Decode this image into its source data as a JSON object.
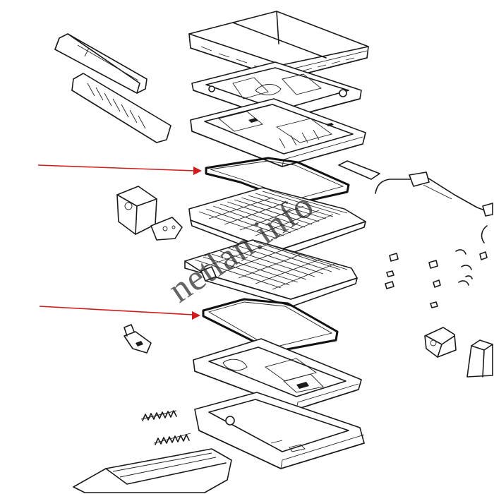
{
  "watermark": {
    "text": "netlan.info"
  },
  "colors": {
    "line": "#1a1a1a",
    "arrow": "#d01c1c",
    "background": "#ffffff"
  },
  "callout_arrows": [
    {
      "id": "arrow-upper-seal",
      "points_to": "upper-seal-gasket"
    },
    {
      "id": "arrow-lower-seal",
      "points_to": "lower-seal-gasket"
    }
  ]
}
